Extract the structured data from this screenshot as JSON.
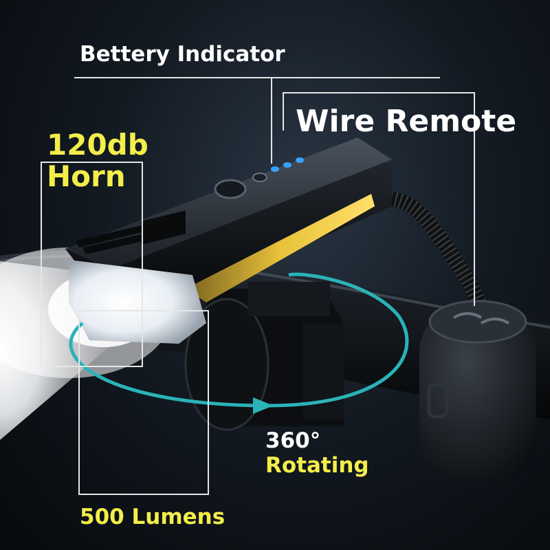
{
  "labels": {
    "battery_indicator": "Bettery Indicator",
    "wire_remote": "Wire Remote",
    "horn_line1": "120db",
    "horn_line2": "Horn",
    "rotating_line1": "360°",
    "rotating_line2": "Rotating",
    "lumens": "500 Lumens"
  },
  "colors": {
    "label_white": "#ffffff",
    "label_yellow": "#f3ee4a",
    "rotation_arrow": "#2ab3b8",
    "callout_lines": "#e6e6e6",
    "indicator_leds": "#3aa0ff"
  }
}
